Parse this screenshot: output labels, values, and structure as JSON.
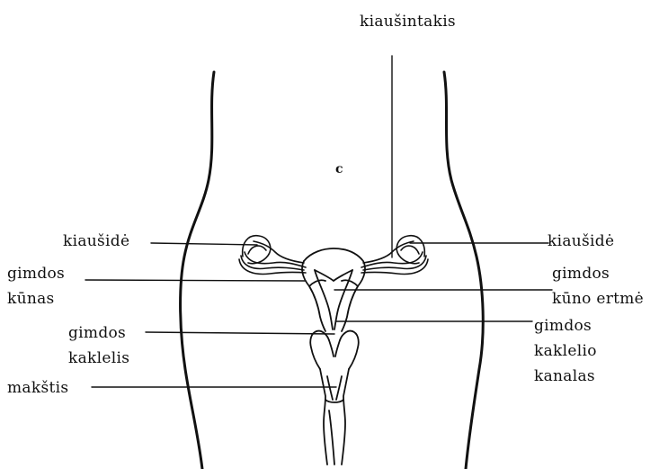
{
  "labels": {
    "fallopian_tube": "kiaušintakis",
    "ovary_left": "kiaušidė",
    "ovary_right": "kiaušidė",
    "uterus_body_1": "gimdos",
    "uterus_body_2": "kūnas",
    "uterine_cavity_1": "gimdos",
    "uterine_cavity_2": "kūno ertmė",
    "cervix_1": "gimdos",
    "cervix_2": "kaklelis",
    "cervical_canal_1": "gimdos",
    "cervical_canal_2": "kaklelio",
    "cervical_canal_3": "kanalas",
    "vagina": "makštis",
    "marker": "c"
  },
  "colors": {
    "ink": "#111111",
    "background": "#ffffff"
  }
}
